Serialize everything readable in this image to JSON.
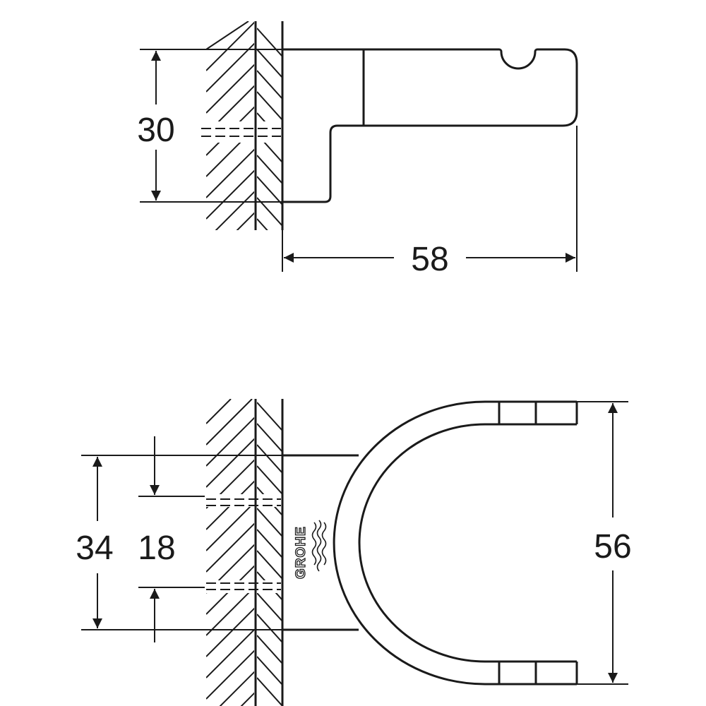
{
  "diagram": {
    "side_view": {
      "height_label": "30",
      "depth_label": "58"
    },
    "front_view": {
      "outer_mount_label": "34",
      "inner_mount_label": "18",
      "overall_height_label": "56",
      "brand_logo_text": "GROHE"
    }
  },
  "colors": {
    "line": "#1a1a1a",
    "background": "#ffffff"
  }
}
